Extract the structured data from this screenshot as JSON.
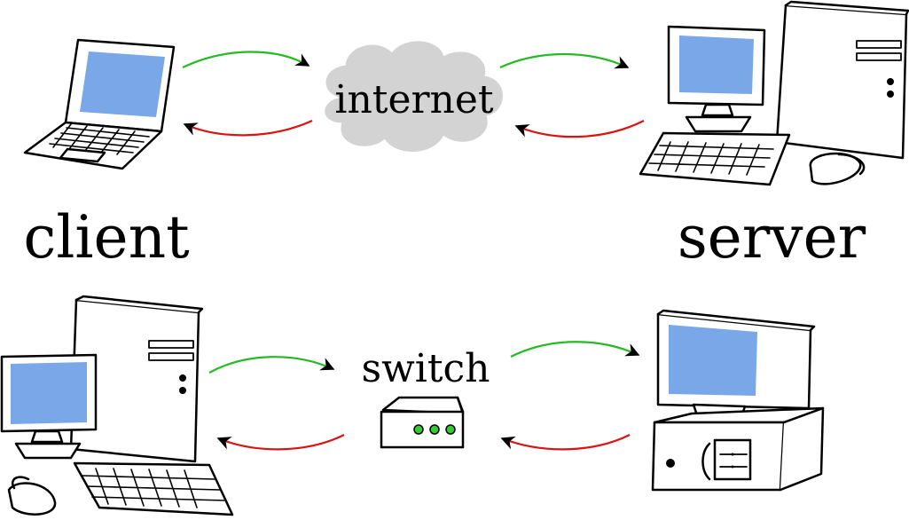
{
  "labels": {
    "internet": "internet",
    "switch": "switch",
    "client": "client",
    "server": "server"
  },
  "colors": {
    "request_arrow": "#22bb22",
    "response_arrow": "#dd1111",
    "screen": "#7aa7e8",
    "cloud": "#d3d3d3",
    "switch_led": "#33cc33"
  },
  "icons": {
    "client_top": "laptop-icon",
    "server_top": "tower-computer-icon",
    "client_bottom": "tower-computer-icon",
    "server_bottom": "desktop-computer-icon",
    "network_top": "cloud-icon",
    "network_bottom": "network-switch-icon"
  }
}
